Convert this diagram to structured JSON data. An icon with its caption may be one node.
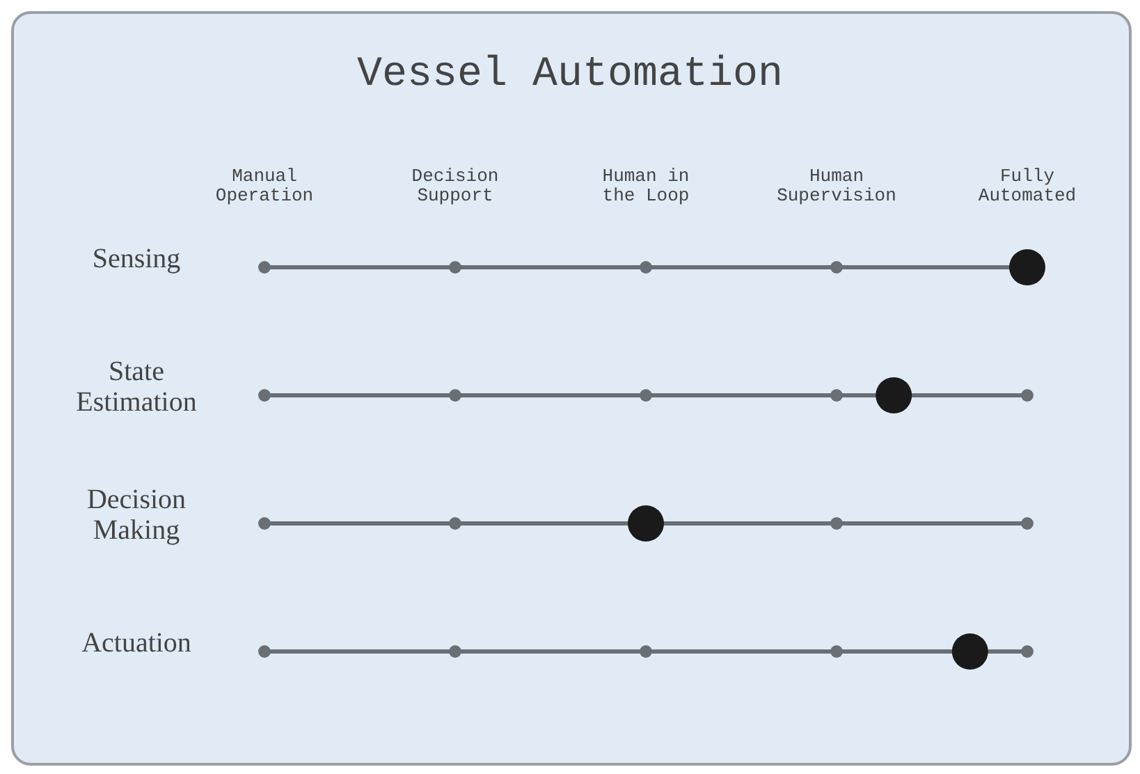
{
  "diagram": {
    "title": "Vessel Automation",
    "labels": [
      "Manual Operation",
      "Decision Support",
      "Human in the Loop",
      "Human Supervision",
      "Fully Automated",
      "Sensing",
      "State Estimation",
      "Decision Making",
      "Actuation"
    ]
  }
}
